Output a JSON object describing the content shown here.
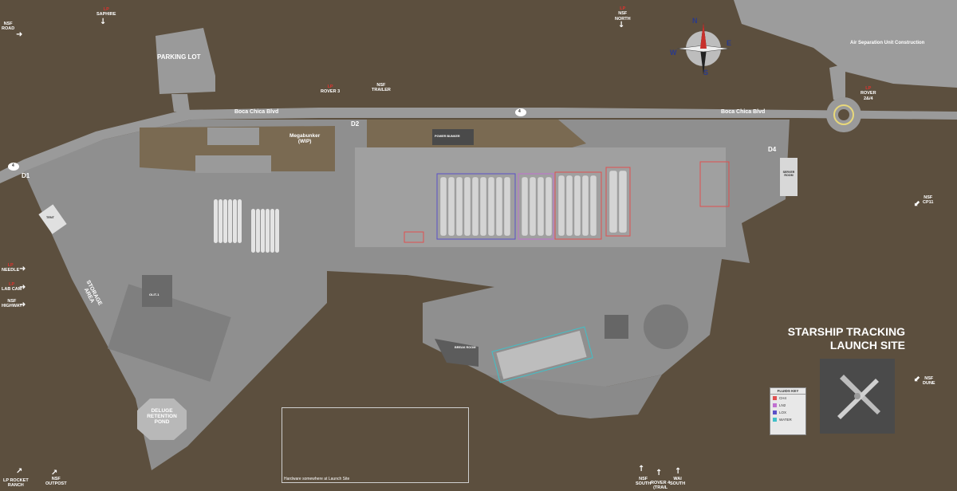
{
  "title": "STARSHIP TRACKING\nLAUNCH SITE",
  "roads": {
    "boca_chica_1": "Boca Chica Blvd",
    "boca_chica_2": "Boca Chica Blvd",
    "route_marker": "4",
    "route_marker_left": "4"
  },
  "zones": {
    "parking_lot": "PARKING LOT",
    "megabunker": "Megabunker\n(WIP)",
    "storage_area": "STORAGE\nAREA",
    "deluge_pond": "DELUGE\nRETENTION\nPOND",
    "air_separation": "Air Separation Unit Construction",
    "power_bunker": "POWER BUNKER",
    "server_room": "SERVER\nROOM",
    "break_room": "BREAK ROOM",
    "tent": "TENT",
    "olit": "OLIT-1"
  },
  "gates": {
    "d1": "D1",
    "d2": "D2",
    "d4": "D4"
  },
  "cameras": [
    {
      "id": "nsf-road",
      "red": "",
      "text": "NSF\nROAD"
    },
    {
      "id": "lp-saphire",
      "red": "LP",
      "text": "SAPHIRE"
    },
    {
      "id": "nsf-north",
      "red": "LP",
      "text": "NSF\nNORTH"
    },
    {
      "id": "lp-rover3",
      "red": "LP",
      "text": "ROVER 3"
    },
    {
      "id": "nsf-trailer",
      "red": "",
      "text": "NSF\nTRAILER"
    },
    {
      "id": "lp-rover2",
      "red": "LP",
      "text": "ROVER\n2&/4"
    },
    {
      "id": "nsf-cp11",
      "red": "",
      "text": "NSF\nCP11"
    },
    {
      "id": "lp-needle",
      "red": "LP",
      "text": "NEEDLE"
    },
    {
      "id": "lp-labcam",
      "red": "LP",
      "text": "LAB CAM"
    },
    {
      "id": "nsf-highway",
      "red": "",
      "text": "NSF\nHIGHWAY"
    },
    {
      "id": "nsf-dune",
      "red": "",
      "text": "NSF\nDUNE"
    },
    {
      "id": "lp-rocket-ranch",
      "red": "",
      "text": "LP ROCKET\nRANCH"
    },
    {
      "id": "nsf-outpost",
      "red": "",
      "text": "NSF\nOUTPOST"
    },
    {
      "id": "nsf-south",
      "red": "",
      "text": "NSF\nSOUTH"
    },
    {
      "id": "rover4",
      "red": "",
      "text": "ROVER 4\n(TRAIL"
    },
    {
      "id": "wai-south",
      "red": "",
      "text": "WAI\nSOUTH"
    }
  ],
  "compass": {
    "n": "N",
    "e": "E",
    "s": "S",
    "w": "W"
  },
  "fluids_key": {
    "title": "FLUIDS KEY",
    "items": [
      {
        "label": "CH4",
        "color": "#e05050"
      },
      {
        "label": "LN2",
        "color": "#c070d0"
      },
      {
        "label": "LOX",
        "color": "#5a50c8"
      },
      {
        "label": "WATER",
        "color": "#40c0c8"
      }
    ]
  },
  "hardware_note": "Hardware somewhere at Launch Site",
  "colors": {
    "ground": "#5c4f3e",
    "pad": "#8e8e8e",
    "road": "#9a9a9a"
  }
}
